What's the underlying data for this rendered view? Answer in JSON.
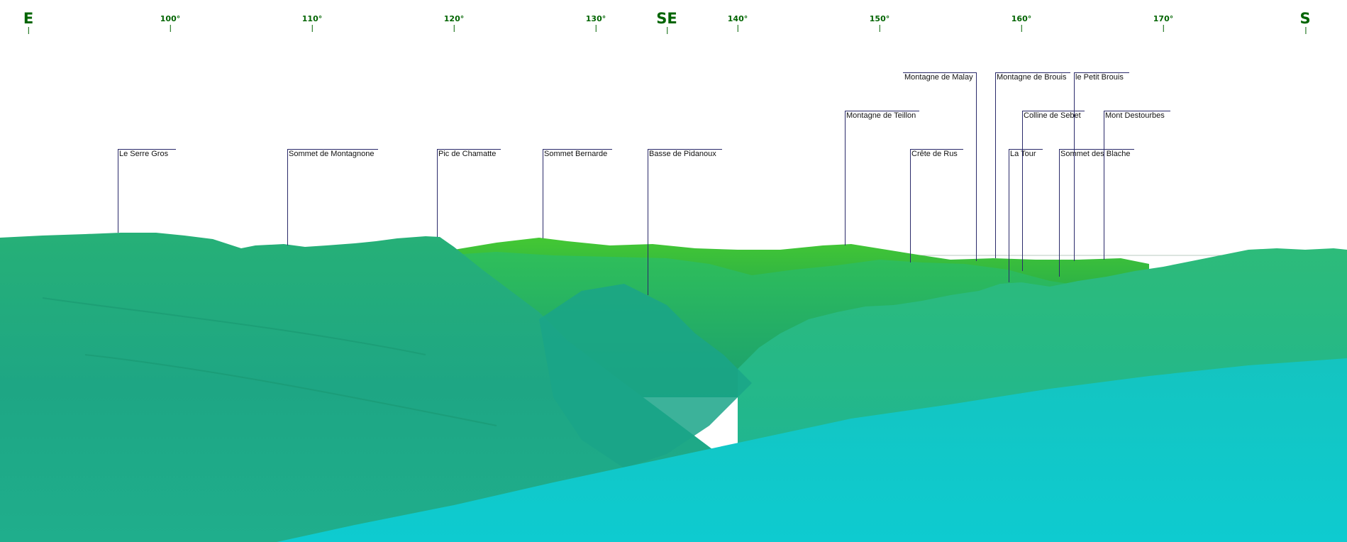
{
  "compass": {
    "cardinals": [
      {
        "label": "E",
        "icon": "e-cardinal-marker"
      },
      {
        "label": "SE",
        "icon": "se-cardinal-marker"
      },
      {
        "label": "S",
        "icon": "s-cardinal-marker"
      }
    ],
    "degrees": [
      "100°",
      "110°",
      "120°",
      "130°",
      "140°",
      "150°",
      "160°",
      "170°"
    ],
    "color": "#006400"
  },
  "peaks": [
    {
      "name": "Le Serre Gros"
    },
    {
      "name": "Sommet de Montagnone"
    },
    {
      "name": "Pic de Chamatte"
    },
    {
      "name": "Sommet Bernarde"
    },
    {
      "name": "Basse de Pidanoux"
    },
    {
      "name": "Montagne de Teillon"
    },
    {
      "name": "Crête de Rus"
    },
    {
      "name": "Montagne de Malay"
    },
    {
      "name": "Montagne de Brouis"
    },
    {
      "name": "le Petit Brouis"
    },
    {
      "name": "La Tour"
    },
    {
      "name": "Colline de Sebet"
    },
    {
      "name": "Sommet des Blache"
    },
    {
      "name": "Mont Destourbes"
    }
  ],
  "colors": {
    "far_ridge": "#33bb33",
    "mid_ridge": "#22b066",
    "near_slope": "#1aa884",
    "foreground": "#12c8c8",
    "leader_line": "#2a2a6a"
  }
}
